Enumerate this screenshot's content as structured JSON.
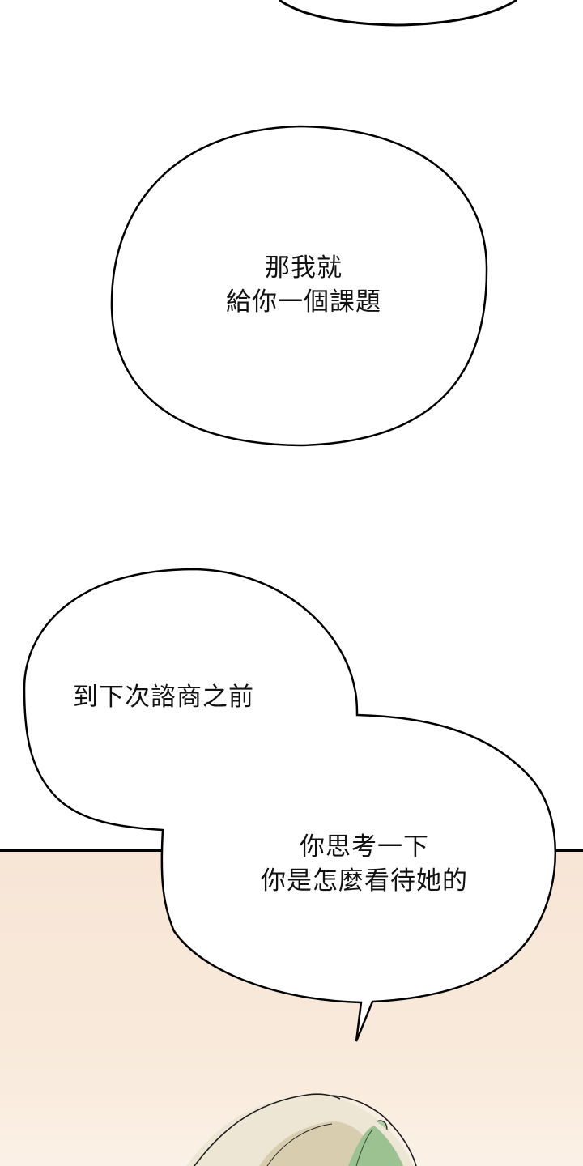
{
  "page": {
    "type": "webtoon-panel-strip",
    "background_color": "#ffffff",
    "panel_background_color": "#f7e6d6",
    "hair_colors": [
      "#efe7d3",
      "#d9ccb0",
      "#8fb887"
    ]
  },
  "bubbles": [
    {
      "id": "top-partial",
      "lines": []
    },
    {
      "id": "bubble-1",
      "lines": [
        "那我就",
        "給你一個課題"
      ]
    },
    {
      "id": "bubble-2",
      "lines": [
        "到下次諮商之前"
      ]
    },
    {
      "id": "bubble-3",
      "lines": [
        "你思考一下",
        "你是怎麼看待她的"
      ]
    }
  ]
}
